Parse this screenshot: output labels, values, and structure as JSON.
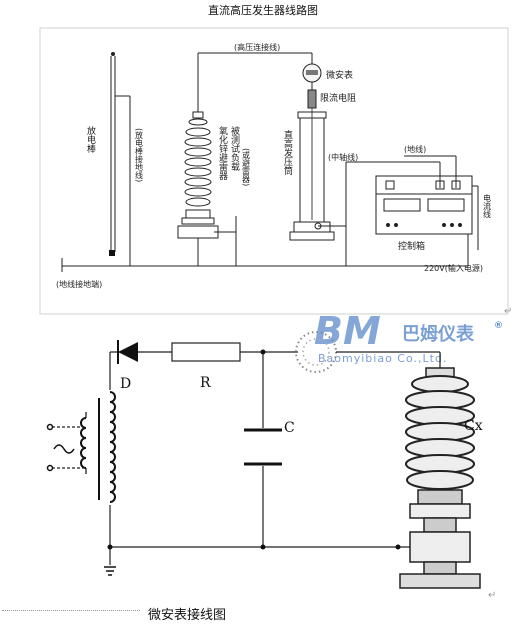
{
  "top": {
    "title": "直流高压发生器线路图",
    "labels": {
      "hv_connect_wire": "(高压连接线)",
      "microammeter": "微安表",
      "current_limit_resistor": "限流电阻",
      "discharge_rod": "放电棒",
      "discharge_rod_ground": "(放电棒接地线)",
      "zinc_arrester_col1": "氧化锌避雷器",
      "dut_load_col": "被测试负载",
      "or_arrester_col": "(或避雷器)",
      "dc_generator_col": "直高发压筒",
      "middle_wire": "(中轴线)",
      "ground_wire": "(地线)",
      "current_wire": "电流线",
      "control_box": "控制箱",
      "input_power": "220V(输入电源)",
      "ground_terminal": "(地线接地端)"
    }
  },
  "logo": {
    "mark": "BM",
    "name_cn": "巴姆仪表",
    "name_en": "Baomyibiao Co.,Ltd.",
    "registered": "®",
    "color": "#1f5fb8"
  },
  "bottom": {
    "labels": {
      "diode": "D",
      "resistor": "R",
      "capacitor": "C",
      "load": "Cx"
    },
    "caption": "微安表接线图"
  }
}
